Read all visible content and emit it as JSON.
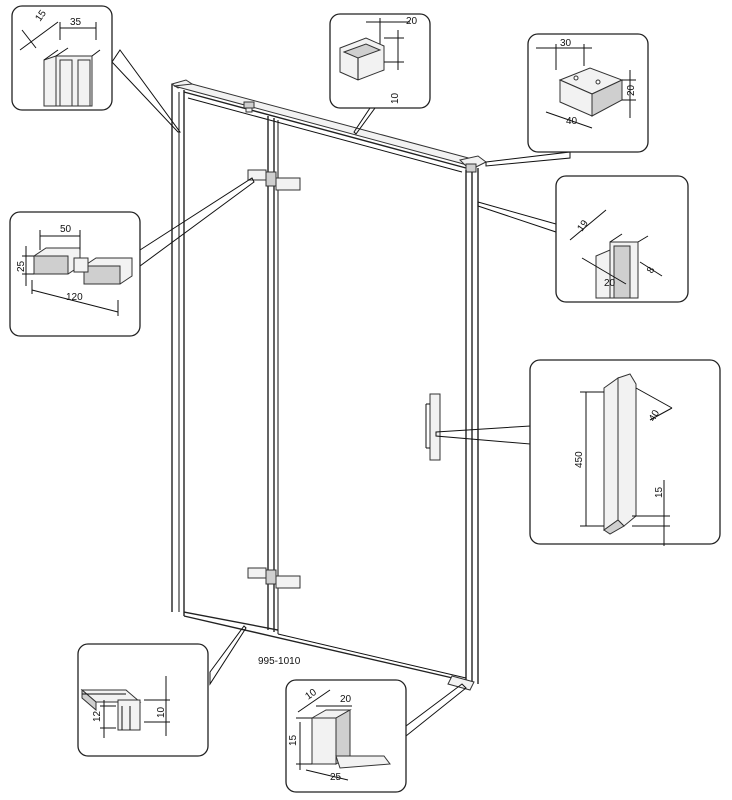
{
  "caption": "995-1010",
  "details": {
    "profile_top_left": {
      "dim_a": "15",
      "dim_b": "35"
    },
    "top_rail": {
      "dim_width": "20",
      "dim_height": "10"
    },
    "top_right_bracket": {
      "dim_a": "30",
      "dim_b": "40",
      "dim_c": "20"
    },
    "hinge": {
      "dim_a": "50",
      "dim_b": "25",
      "dim_c": "120"
    },
    "right_profile": {
      "dim_a": "19",
      "dim_b": "20",
      "dim_c": "8"
    },
    "handle": {
      "dim_length": "450",
      "dim_depth": "40",
      "dim_gap": "15"
    },
    "bottom_seal": {
      "dim_a": "12",
      "dim_b": "10"
    },
    "bottom_guide": {
      "dim_a": "10",
      "dim_b": "20",
      "dim_c": "15",
      "dim_d": "25"
    }
  }
}
